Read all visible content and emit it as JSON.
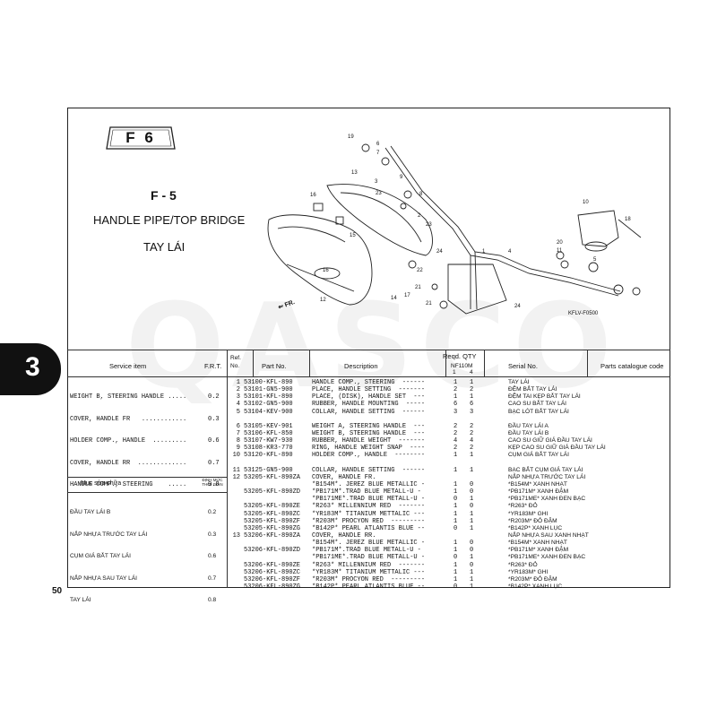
{
  "page": {
    "tab_number": "3",
    "page_number": "50",
    "header_code": "F 6",
    "watermark": "QASCO"
  },
  "section": {
    "code": "F - 5",
    "title": "HANDLE PIPE/TOP BRIDGE",
    "subtitle": "TAY LÁI"
  },
  "diagram": {
    "code": "KFLV-F0500",
    "front_label": "FR.",
    "callouts": [
      "19",
      "6",
      "7",
      "13",
      "9",
      "8",
      "16",
      "3",
      "23",
      "2",
      "12",
      "15",
      "16",
      "24",
      "22",
      "21",
      "14",
      "17",
      "21",
      "10",
      "18",
      "20",
      "11",
      "5",
      "1",
      "4",
      "24",
      "23"
    ]
  },
  "table": {
    "headers": {
      "service_item": "Service item",
      "frt": "F.R.T.",
      "ref_no": "Ref. No.",
      "part_no": "Part No.",
      "description": "Description",
      "reqd_qty": "Reqd. QTY",
      "model": "NF110M",
      "model_variants": [
        "1",
        "4"
      ],
      "serial_no": "Serial No.",
      "catalogue_code": "Parts catalogue code"
    },
    "service_items": [
      {
        "name": "WEIGHT B, STEERING HANDLE .....",
        "frt": "0.2"
      },
      {
        "name": "COVER, HANDLE FR   ............",
        "frt": "0.3"
      },
      {
        "name": "HOLDER COMP., HANDLE  .........",
        "frt": "0.6"
      },
      {
        "name": "COVER, HANDLE RR  .............",
        "frt": "0.7"
      },
      {
        "name": "HANDLE COMP., STEERING    .....",
        "frt": "0.8"
      }
    ],
    "repair_header": {
      "title": "Mục sửa chữa",
      "time_label": "ĐỊNH MỨC THỜI GIAN"
    },
    "repair_items": [
      {
        "name": "ĐẦU TAY LÁI B",
        "time": "0.2"
      },
      {
        "name": "NẮP NHỰA TRƯỚC TAY LÁI",
        "time": "0.3"
      },
      {
        "name": "CỤM GIÁ BẮT TAY LÁI",
        "time": "0.6"
      },
      {
        "name": "NẮP NHỰA SAU TAY LÁI",
        "time": "0.7"
      },
      {
        "name": "TAY LÁI",
        "time": "0.8"
      }
    ],
    "parts": [
      {
        "ref": "1",
        "part": "53100-KFL-890",
        "desc": "HANDLE COMP., STEERING  ------",
        "q1": "1",
        "q4": "1",
        "vn": "TAY LÁI"
      },
      {
        "ref": "2",
        "part": "53101-GN5-900",
        "desc": "PLACE, HANDLE SETTING  -------",
        "q1": "2",
        "q4": "2",
        "vn": "ĐỆM BẮT TAY LÁI"
      },
      {
        "ref": "3",
        "part": "53101-KFL-890",
        "desc": "PLACE, (DISK), HANDLE SET  ---",
        "q1": "1",
        "q4": "1",
        "vn": "ĐỆM TAI KẸP BẮT TAY LÁI"
      },
      {
        "ref": "4",
        "part": "53102-GN5-900",
        "desc": "RUBBER, HANDLE MOUNTING  -----",
        "q1": "6",
        "q4": "6",
        "vn": "CAO SU BẮT TAY LÁI"
      },
      {
        "ref": "5",
        "part": "53104-KEV-900",
        "desc": "COLLAR, HANDLE SETTING  ------",
        "q1": "3",
        "q4": "3",
        "vn": "BẠC LÓT BẮT TAY LÁI"
      },
      {
        "ref": "",
        "part": "",
        "desc": "",
        "q1": "",
        "q4": "",
        "vn": ""
      },
      {
        "ref": "6",
        "part": "53105-KEV-901",
        "desc": "WEIGHT A, STEERING HANDLE  ---",
        "q1": "2",
        "q4": "2",
        "vn": "ĐẦU TAY LÁI A"
      },
      {
        "ref": "7",
        "part": "53106-KFL-850",
        "desc": "WEIGHT B, STEERING HANDLE  ---",
        "q1": "2",
        "q4": "2",
        "vn": "ĐẦU TAY LÁI B"
      },
      {
        "ref": "8",
        "part": "53107-KW7-930",
        "desc": "RUBBER, HANDLE WEIGHT  -------",
        "q1": "4",
        "q4": "4",
        "vn": "CAO SU GIỮ GIÁ ĐẦU TAY LÁI"
      },
      {
        "ref": "9",
        "part": "53108-KR3-770",
        "desc": "RING, HANDLE WEIGHT SNAP  ----",
        "q1": "2",
        "q4": "2",
        "vn": "KẸP CAO SU GIỮ GIÁ ĐẦU TAY LÁI"
      },
      {
        "ref": "10",
        "part": "53120-KFL-890",
        "desc": "HOLDER COMP., HANDLE  --------",
        "q1": "1",
        "q4": "1",
        "vn": "CỤM GIÁ BẮT TAY LÁI"
      },
      {
        "ref": "",
        "part": "",
        "desc": "",
        "q1": "",
        "q4": "",
        "vn": ""
      },
      {
        "ref": "11",
        "part": "53125-GN5-900",
        "desc": "COLLAR, HANDLE SETTING  ------",
        "q1": "1",
        "q4": "1",
        "vn": "BẠC BẮT CỤM GIÁ TAY LÁI"
      },
      {
        "ref": "12",
        "part": "53205-KFL-890ZA",
        "desc": "COVER, HANDLE FR.",
        "q1": "",
        "q4": "",
        "vn": "NẮP NHỰA TRƯỚC TAY LÁI"
      },
      {
        "ref": "",
        "part": "",
        "desc": "*B154M*. JEREZ BLUE METALLIC -",
        "q1": "1",
        "q4": "0",
        "vn": "*B154M* XANH NHẠT"
      },
      {
        "ref": "",
        "part": "53205-KFL-890ZD",
        "desc": "*PB171M*.TRAD BLUE METALL-U -",
        "q1": "1",
        "q4": "0",
        "vn": "*PB171M* XANH ĐẬM"
      },
      {
        "ref": "",
        "part": "",
        "desc": "*PB171ME*.TRAD BLUE METALL-U -",
        "q1": "0",
        "q4": "1",
        "vn": "*PB171ME* XANH ĐEN BẠC"
      },
      {
        "ref": "",
        "part": "53205-KFL-890ZE",
        "desc": "*R263* MILLENNIUM RED  -------",
        "q1": "1",
        "q4": "0",
        "vn": "*R263* ĐỎ"
      },
      {
        "ref": "",
        "part": "53205-KFL-890ZC",
        "desc": "*YR183M* TITANIUM METTALIC ---",
        "q1": "1",
        "q4": "1",
        "vn": "*YR183M* GHI"
      },
      {
        "ref": "",
        "part": "53205-KFL-890ZF",
        "desc": "*R203M* PROCYON RED  ---------",
        "q1": "1",
        "q4": "1",
        "vn": "*R203M* ĐỎ ĐẬM"
      },
      {
        "ref": "",
        "part": "53205-KFL-890ZG",
        "desc": "*B142P* PEARL ATLANTIS BLUE --",
        "q1": "0",
        "q4": "1",
        "vn": "*B142P* XANH LỤC"
      },
      {
        "ref": "13",
        "part": "53206-KFL-890ZA",
        "desc": "COVER, HANDLE RR.",
        "q1": "",
        "q4": "",
        "vn": "NẮP NHỰA SAU XANH NHẠT"
      },
      {
        "ref": "",
        "part": "",
        "desc": "*B154M*. JEREZ BLUE METALLIC -",
        "q1": "1",
        "q4": "0",
        "vn": "*B154M* XANH NHẠT"
      },
      {
        "ref": "",
        "part": "53206-KFL-890ZD",
        "desc": "*PB171M*.TRAD BLUE METALL-U -",
        "q1": "1",
        "q4": "0",
        "vn": "*PB171M* XANH ĐẬM"
      },
      {
        "ref": "",
        "part": "",
        "desc": "*PB171ME*.TRAD BLUE METALL-U -",
        "q1": "0",
        "q4": "1",
        "vn": "*PB171ME* XANH ĐEN BẠC"
      },
      {
        "ref": "",
        "part": "53206-KFL-890ZE",
        "desc": "*R263* MILLENNIUM RED  -------",
        "q1": "1",
        "q4": "0",
        "vn": "*R263* ĐỎ"
      },
      {
        "ref": "",
        "part": "53206-KFL-890ZC",
        "desc": "*YR183M* TITANIUM METTALIC ---",
        "q1": "1",
        "q4": "1",
        "vn": "*YR183M* GHI"
      },
      {
        "ref": "",
        "part": "53206-KFL-890ZF",
        "desc": "*R203M* PROCYON RED  ---------",
        "q1": "1",
        "q4": "1",
        "vn": "*R203M* ĐỎ ĐẬM"
      },
      {
        "ref": "",
        "part": "53206-KFL-890ZG",
        "desc": "*B142P* PEARL ATLANTIS BLUE --",
        "q1": "0",
        "q4": "1",
        "vn": "*B142P* XANH LỤC"
      }
    ]
  }
}
